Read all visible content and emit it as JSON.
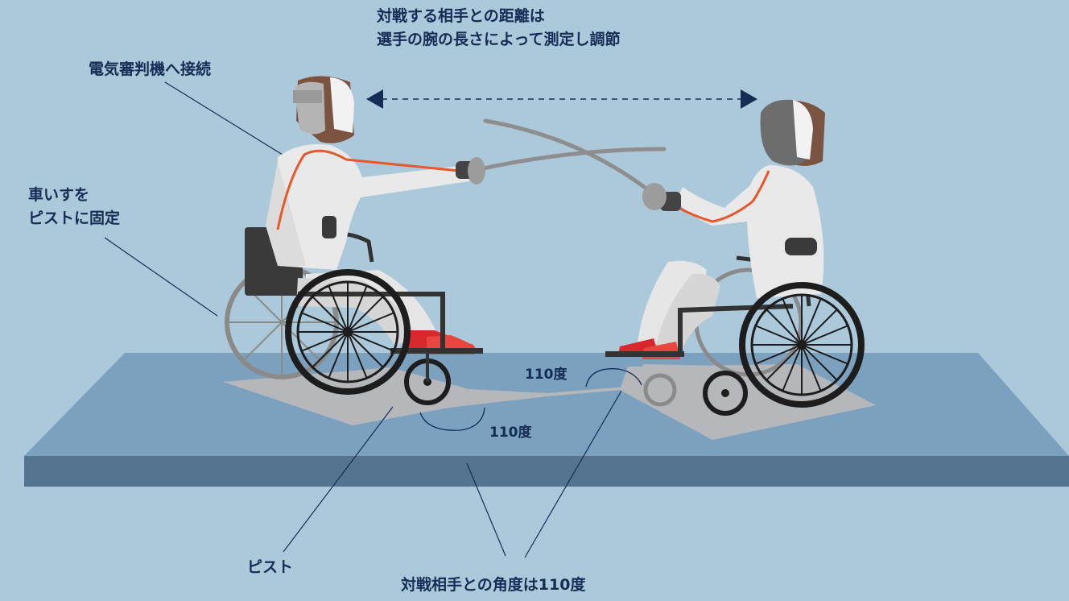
{
  "labels": {
    "distance_line1": "対戦する相手との距離は",
    "distance_line2": "選手の腕の長さによって測定し調節",
    "connect": "電気審判機へ接続",
    "wheelchair_line1": "車いすを",
    "wheelchair_line2": "ピストに固定",
    "piste": "ピスト",
    "angle": "対戦相手との角度は110度",
    "deg_upper": "110度",
    "deg_lower": "110度"
  },
  "colors": {
    "background": "#abc9da",
    "piste_top": "#7ba1bf",
    "piste_side": "#557490",
    "platform": "#b5b7bb",
    "arrow": "#152d55",
    "text": "#152d55",
    "body_line": "#e8582a",
    "shoe": "#d8282c"
  }
}
